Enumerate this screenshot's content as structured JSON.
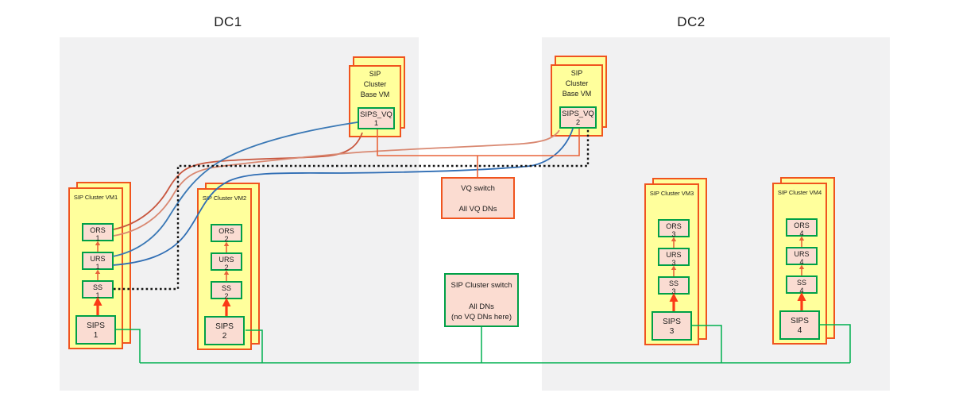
{
  "dc1": {
    "title": "DC1",
    "base_vm": {
      "label_lines": [
        "SIP",
        "Cluster",
        "Base VM"
      ],
      "component": {
        "name": "SIPS_VQ",
        "id": "1"
      }
    },
    "vms": [
      {
        "label": "SIP Cluster VM1",
        "components": [
          {
            "name": "ORS",
            "id": "1"
          },
          {
            "name": "URS",
            "id": "1"
          },
          {
            "name": "SS",
            "id": "1"
          },
          {
            "name": "SIPS",
            "id": "1"
          }
        ]
      },
      {
        "label": "SIP Cluster VM2",
        "components": [
          {
            "name": "ORS",
            "id": "2"
          },
          {
            "name": "URS",
            "id": "2"
          },
          {
            "name": "SS",
            "id": "2"
          },
          {
            "name": "SIPS",
            "id": "2"
          }
        ]
      }
    ]
  },
  "dc2": {
    "title": "DC2",
    "base_vm": {
      "label_lines": [
        "SIP",
        "Cluster",
        "Base VM"
      ],
      "component": {
        "name": "SIPS_VQ",
        "id": "2"
      }
    },
    "vms": [
      {
        "label": "SIP Cluster VM3",
        "components": [
          {
            "name": "ORS",
            "id": "3"
          },
          {
            "name": "URS",
            "id": "3"
          },
          {
            "name": "SS",
            "id": "3"
          },
          {
            "name": "SIPS",
            "id": "3"
          }
        ]
      },
      {
        "label": "SIP Cluster VM4",
        "components": [
          {
            "name": "ORS",
            "id": "4"
          },
          {
            "name": "URS",
            "id": "4"
          },
          {
            "name": "SS",
            "id": "4"
          },
          {
            "name": "SIPS",
            "id": "4"
          }
        ]
      }
    ]
  },
  "switches": {
    "vq": {
      "title": "VQ switch",
      "subtitle": "All VQ DNs"
    },
    "cluster": {
      "title": "SIP Cluster switch",
      "line1": "All DNs",
      "line2": "(no VQ DNs here)"
    }
  },
  "colors": {
    "region_bg": "#f1f1f2",
    "vm_fill": "#ffff9c",
    "vm_border": "#f0541e",
    "component_fill": "#fadcd2",
    "component_border": "#00a047",
    "switch_fill": "#fbdcd1",
    "link_ors": "#c8563e",
    "link_ors_light": "#d98871",
    "link_urs": "#3a78b5",
    "link_urs2": "#2f6db4",
    "link_dotted": "#141414",
    "link_vq": "#e8643a",
    "link_green": "#00b050",
    "arrow_red": "#fb3a16"
  }
}
